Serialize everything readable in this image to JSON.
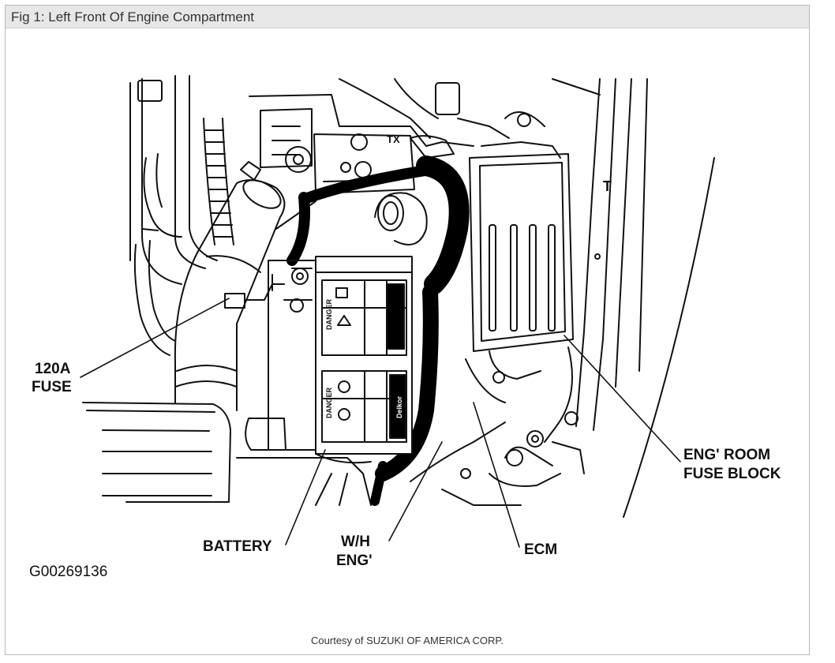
{
  "figure": {
    "caption": "Fig 1: Left Front Of Engine Compartment",
    "image_code": "G00269136",
    "courtesy": "Courtesy of SUZUKI OF AMERICA CORP."
  },
  "callouts": {
    "fuse_120a_line1": "120A",
    "fuse_120a_line2": "FUSE",
    "battery": "BATTERY",
    "wh_eng_line1": "W/H",
    "wh_eng_line2": "ENG'",
    "ecm": "ECM",
    "fuse_block_line1": "ENG' ROOM",
    "fuse_block_line2": "FUSE BLOCK"
  },
  "part_markings": {
    "tx": "TX",
    "t": "T",
    "danger_upper": "DANGER",
    "danger_lower": "DANGER",
    "battery_brand": "Delkor"
  }
}
